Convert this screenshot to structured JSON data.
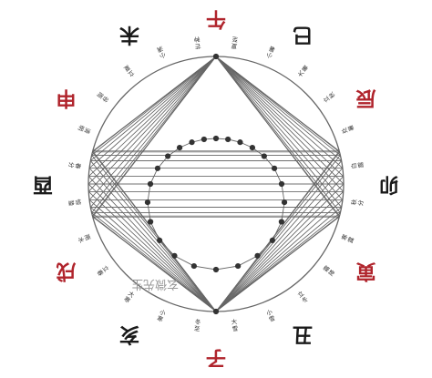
{
  "colors": {
    "line": "#666666",
    "dot": "#333333",
    "black_text": "#1a1a1a",
    "red_text": "#b0242c",
    "watermark": "#9a9a9a"
  },
  "branches": [
    {
      "label": "午",
      "color": "red"
    },
    {
      "label": "巳",
      "color": "black"
    },
    {
      "label": "辰",
      "color": "red"
    },
    {
      "label": "卯",
      "color": "black"
    },
    {
      "label": "寅",
      "color": "red"
    },
    {
      "label": "丑",
      "color": "black"
    },
    {
      "label": "子",
      "color": "red"
    },
    {
      "label": "亥",
      "color": "black"
    },
    {
      "label": "戌",
      "color": "red"
    },
    {
      "label": "酉",
      "color": "black"
    },
    {
      "label": "申",
      "color": "red"
    },
    {
      "label": "未",
      "color": "black"
    }
  ],
  "solar_terms": [
    "夏至",
    "小暑",
    "大暑",
    "立秋",
    "处暑",
    "白露",
    "秋分",
    "寒露",
    "霜降",
    "立冬",
    "小雪",
    "大雪",
    "冬至",
    "小寒",
    "大寒",
    "立春",
    "雨水",
    "惊蛰",
    "春分",
    "清明",
    "谷雨",
    "立夏",
    "小满",
    "芒种"
  ],
  "watermark": "玄微先生"
}
